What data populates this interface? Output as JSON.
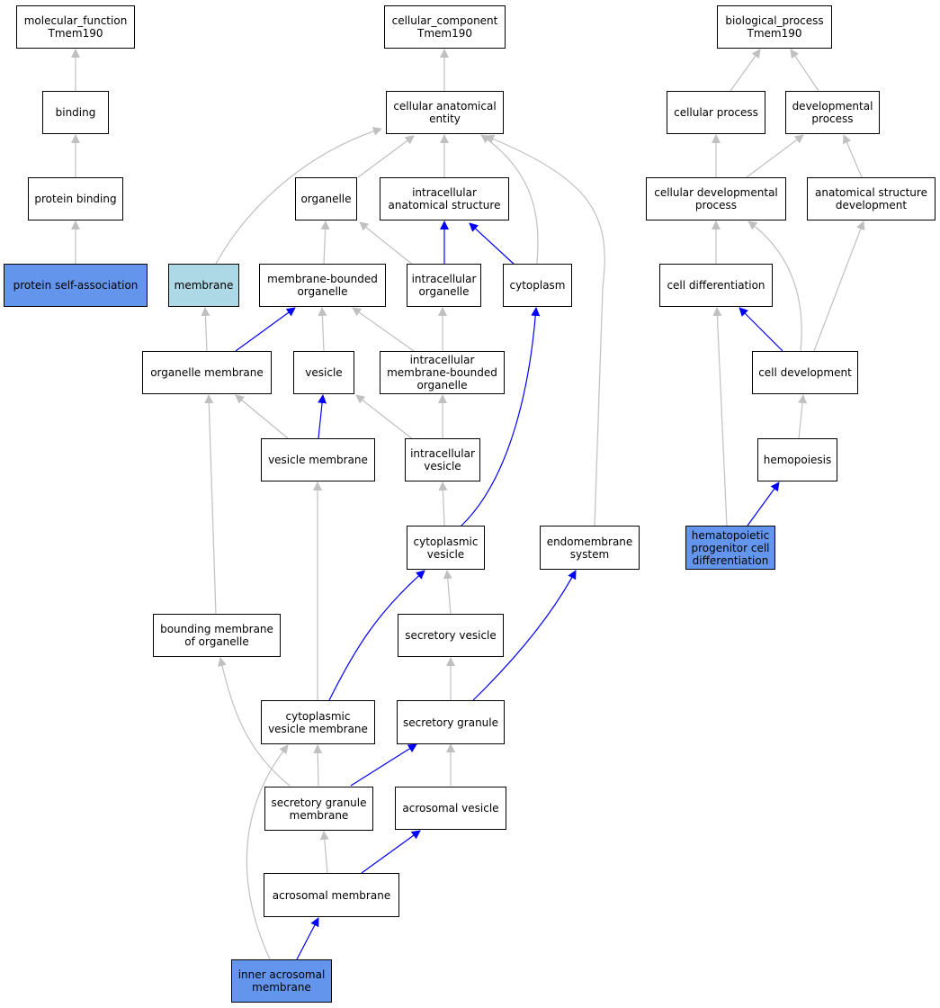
{
  "colors": {
    "highlight": "#6495ed",
    "membrane": "#add8e6",
    "edge_gray": "#c0c0c0",
    "edge_blue": "#0000ff"
  },
  "nodes": {
    "mf": "molecular_function\nTmem190",
    "cc": "cellular_component\nTmem190",
    "bp": "biological_process\nTmem190",
    "binding": "binding",
    "cae": "cellular anatomical\nentity",
    "cp": "cellular process",
    "dp": "developmental\nprocess",
    "pb": "protein binding",
    "org": "organelle",
    "ias": "intracellular\nanatomical structure",
    "cdp": "cellular developmental\nprocess",
    "asd": "anatomical structure\ndevelopment",
    "psa": "protein self-association",
    "memb": "membrane",
    "mbo": "membrane-bounded\norganelle",
    "io": "intracellular\norganelle",
    "cyto": "cytoplasm",
    "cdiff": "cell differentiation",
    "om": "organelle membrane",
    "ves": "vesicle",
    "imbo": "intracellular\nmembrane-bounded\norganelle",
    "cdev": "cell development",
    "vm": "vesicle membrane",
    "iv": "intracellular\nvesicle",
    "hemo": "hemopoiesis",
    "cv": "cytoplasmic\nvesicle",
    "es": "endomembrane\nsystem",
    "hpcd": "hematopoietic\nprogenitor cell\ndifferentiation",
    "bmo": "bounding membrane\nof organelle",
    "sv": "secretory vesicle",
    "cvm": "cytoplasmic\nvesicle membrane",
    "sg": "secretory granule",
    "sgm": "secretory granule\nmembrane",
    "av": "acrosomal vesicle",
    "am": "acrosomal membrane",
    "iam": "inner acrosomal\nmembrane"
  }
}
